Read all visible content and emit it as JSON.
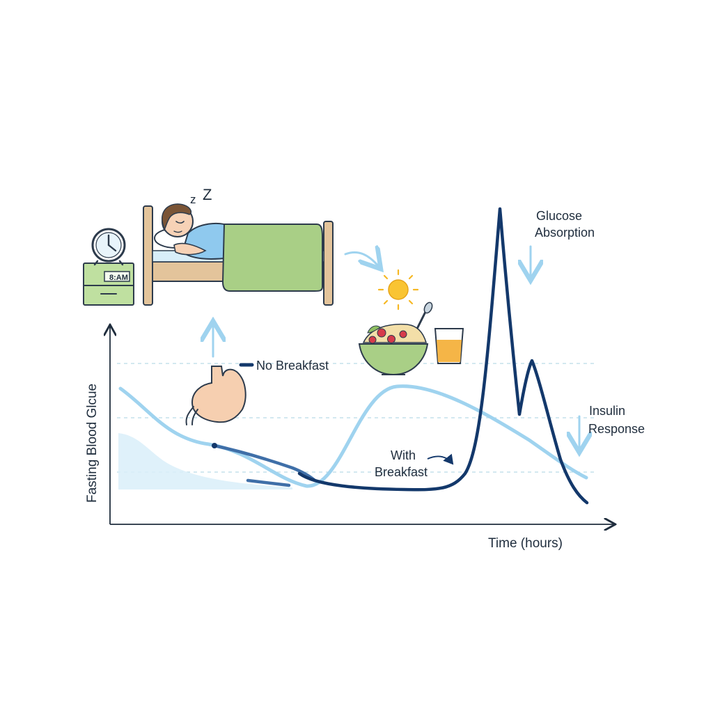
{
  "labels": {
    "zzz_small": "z",
    "zzz_large": "Z",
    "clock_display": "8:AM",
    "y_axis": "Fasting Blood Glcue",
    "x_axis": "Time (hours)",
    "no_breakfast": "No Breakfast",
    "with_breakfast_line1": "With",
    "with_breakfast_line2": "Breakfast",
    "glucose_line1": "Glucose",
    "glucose_line2": "Absorption",
    "insulin_line1": "Insulin",
    "insulin_line2": "Response"
  },
  "colors": {
    "dark_navy": "#13386b",
    "light_blue": "#9fd3ef",
    "pale_blue_fill": "#d9eef9",
    "mid_blue": "#3f6fa8",
    "blanket_green": "#a9cf86",
    "bed_wood": "#e3c49b",
    "nightstand_green": "#bfe0a0",
    "stomach_peach": "#f6cfb0",
    "sun_yellow": "#f6b824",
    "juice_orange": "#f5b547",
    "shirt_blue": "#8fc9ee",
    "outline": "#2d3b4c"
  },
  "icons": [
    "alarm-clock-icon",
    "nightstand-icon",
    "bed-icon",
    "sleeping-person-icon",
    "sun-icon",
    "cereal-bowl-icon",
    "juice-glass-icon",
    "stomach-icon"
  ]
}
